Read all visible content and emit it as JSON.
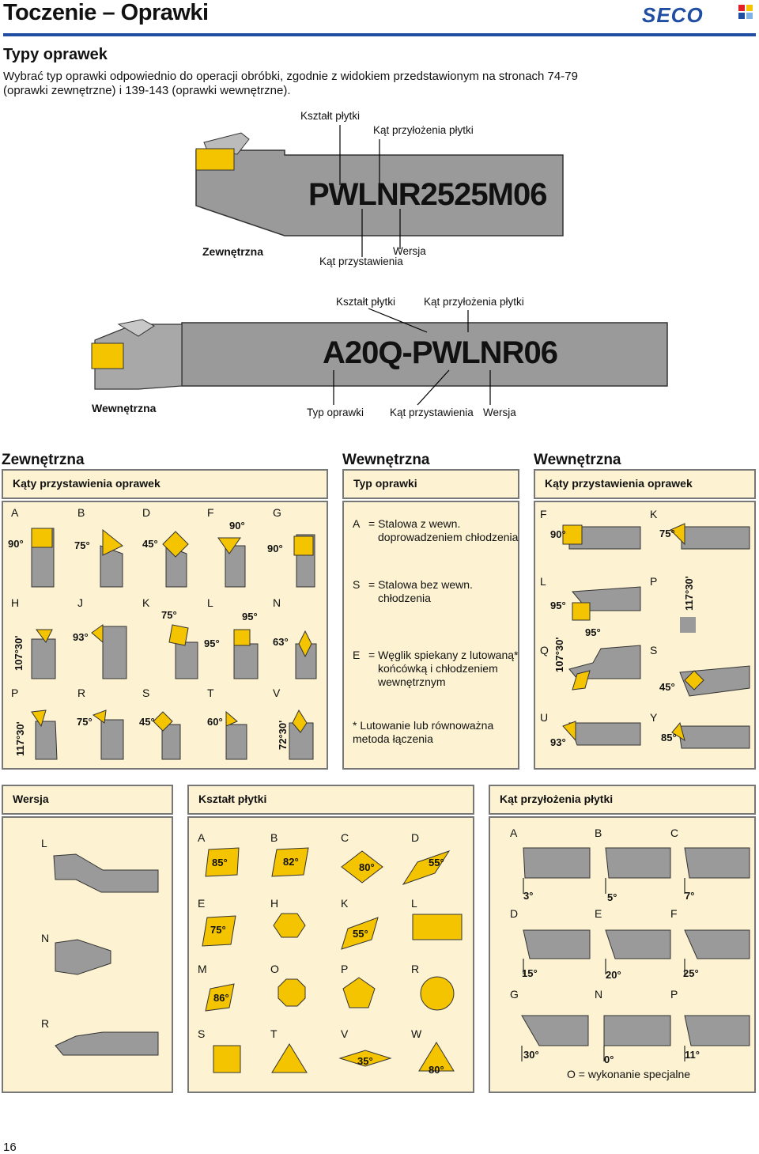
{
  "header": {
    "title": "Toczenie – Oprawki",
    "logo": "SECO"
  },
  "section_title": "Typy oprawek",
  "intro": "Wybrać typ oprawki odpowiednio do operacji obróbki, zgodnie z widokiem przedstawionym na stronach 74-79 (oprawki zewnętrzne) i 139-143 (oprawki wewnętrzne).",
  "ext_diagram": {
    "code": "PWLNR2525M06",
    "label_shape": "Kształt płytki",
    "label_clearance": "Kąt przyłożenia płytki",
    "label_type": "Zewnętrzna",
    "label_version": "Wersja",
    "label_approach": "Kąt przystawienia"
  },
  "int_diagram": {
    "code": "A20Q-PWLNR06",
    "label_shape": "Kształt płytki",
    "label_clearance": "Kąt przyłożenia płytki",
    "label_type": "Wewnętrzna",
    "label_holder_type": "Typ oprawki",
    "label_approach": "Kąt przystawienia",
    "label_version": "Wersja"
  },
  "panel_ext": {
    "section": "Zewnętrzna",
    "head": "Kąty przystawienia oprawek",
    "items": [
      {
        "letter": "A",
        "angle": "90°"
      },
      {
        "letter": "B",
        "angle": "75°"
      },
      {
        "letter": "D",
        "angle": "45°"
      },
      {
        "letter": "F",
        "angle": "90°"
      },
      {
        "letter": "G",
        "angle": "90°"
      },
      {
        "letter": "H",
        "angle": "107°30'"
      },
      {
        "letter": "J",
        "angle": "93°"
      },
      {
        "letter": "K",
        "angle": "75°"
      },
      {
        "letter": "L",
        "angle": "95°",
        "angle2": "95°"
      },
      {
        "letter": "N",
        "angle": "63°"
      },
      {
        "letter": "P",
        "angle": "117°30'"
      },
      {
        "letter": "R",
        "angle": "75°"
      },
      {
        "letter": "S",
        "angle": "45°"
      },
      {
        "letter": "T",
        "angle": "60°"
      },
      {
        "letter": "V",
        "angle": "72°30'"
      }
    ]
  },
  "panel_type": {
    "section": "Wewnętrzna",
    "head": "Typ oprawki",
    "items": [
      {
        "code": "A",
        "text1": "= Stalowa z wewn.",
        "text2": "doprowadzeniem chłodzenia"
      },
      {
        "code": "S",
        "text1": "= Stalowa bez wewn.",
        "text2": "chłodzenia"
      },
      {
        "code": "E",
        "text1": "= Węglik spiekany z lutowaną*",
        "text2": "końcówką i chłodzeniem",
        "text3": "wewnętrznym"
      }
    ],
    "note1": "* Lutowanie lub równoważna",
    "note2": "metoda łączenia"
  },
  "panel_int": {
    "section": "Wewnętrzna",
    "head": "Kąty przystawienia oprawek",
    "items": [
      {
        "letter": "F",
        "angle": "90°"
      },
      {
        "letter": "K",
        "angle": "75°"
      },
      {
        "letter": "L",
        "angle": "95°",
        "angle2": "95°"
      },
      {
        "letter": "P",
        "angle": "117°30'"
      },
      {
        "letter": "Q",
        "angle": "107°30'"
      },
      {
        "letter": "S",
        "angle": "45°"
      },
      {
        "letter": "U",
        "angle": "93°"
      },
      {
        "letter": "Y",
        "angle": "85°"
      }
    ]
  },
  "panel_version": {
    "head": "Wersja",
    "items": [
      "L",
      "N",
      "R"
    ]
  },
  "panel_shape": {
    "head": "Kształt płytki",
    "items": [
      {
        "letter": "A",
        "angle": "85°"
      },
      {
        "letter": "B",
        "angle": "82°"
      },
      {
        "letter": "C",
        "angle": "80°"
      },
      {
        "letter": "D",
        "angle": "55°"
      },
      {
        "letter": "E",
        "angle": "75°"
      },
      {
        "letter": "H",
        "angle": ""
      },
      {
        "letter": "K",
        "angle": "55°"
      },
      {
        "letter": "L",
        "angle": ""
      },
      {
        "letter": "M",
        "angle": "86°"
      },
      {
        "letter": "O",
        "angle": ""
      },
      {
        "letter": "P",
        "angle": ""
      },
      {
        "letter": "R",
        "angle": ""
      },
      {
        "letter": "S",
        "angle": ""
      },
      {
        "letter": "T",
        "angle": ""
      },
      {
        "letter": "V",
        "angle": "35°"
      },
      {
        "letter": "W",
        "angle": "80°"
      }
    ]
  },
  "panel_clearance": {
    "head": "Kąt przyłożenia płytki",
    "items": [
      {
        "letter": "A",
        "angle": "3°"
      },
      {
        "letter": "B",
        "angle": "5°"
      },
      {
        "letter": "C",
        "angle": "7°"
      },
      {
        "letter": "D",
        "angle": "15°"
      },
      {
        "letter": "E",
        "angle": "20°"
      },
      {
        "letter": "F",
        "angle": "25°"
      },
      {
        "letter": "G",
        "angle": "30°"
      },
      {
        "letter": "N",
        "angle": "0°"
      },
      {
        "letter": "P",
        "angle": "11°"
      }
    ],
    "note": "O = wykonanie specjalne"
  },
  "page_number": "16",
  "colors": {
    "accent": "#1f4ea3",
    "insert": "#f5c400",
    "panel_bg": "#fdf3d2",
    "tool": "#9a9a9a"
  }
}
